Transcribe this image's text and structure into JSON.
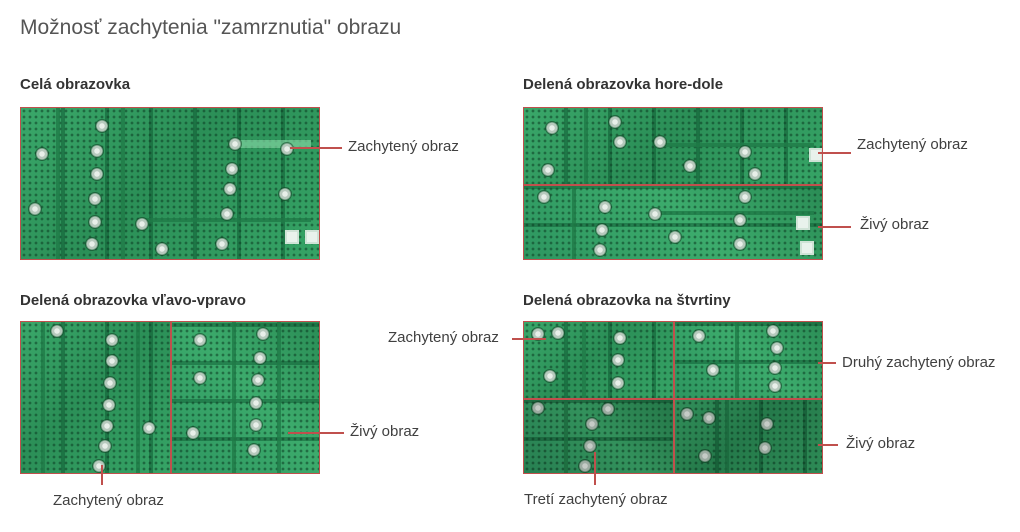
{
  "title": "Možnosť zachytenia \"zamrznutia\" obrazu",
  "sections": {
    "full": {
      "title": "Celá obrazovka",
      "label_captured": "Zachytený obraz"
    },
    "topbottom": {
      "title": "Delená obrazovka hore-dole",
      "label_captured": "Zachytený obraz",
      "label_live": "Živý obraz"
    },
    "leftright": {
      "title": "Delená obrazovka vľavo-vpravo",
      "label_live": "Živý obraz",
      "label_captured": "Zachytený obraz"
    },
    "quarters": {
      "title": "Delená obrazovka na štvrtiny",
      "label_captured": "Zachytený obraz",
      "label_second": "Druhý zachytený obraz",
      "label_live": "Živý obraz",
      "label_third": "Tretí zachytený obraz"
    }
  },
  "colors": {
    "border": "#c0504d",
    "pcb": "#2f9a5f",
    "text": "#404040"
  }
}
